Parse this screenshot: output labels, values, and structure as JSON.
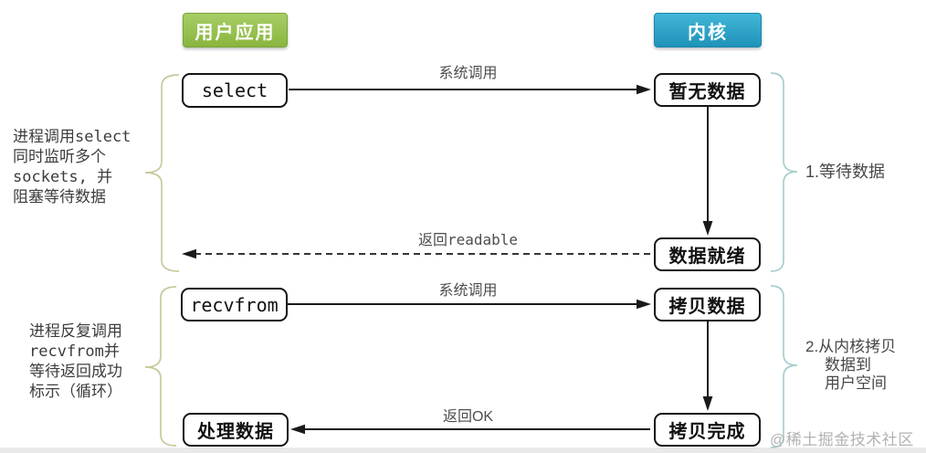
{
  "headers": {
    "user_app": "用户应用",
    "kernel": "内核"
  },
  "nodes": {
    "select": "select",
    "no_data": "暂无数据",
    "data_ready": "数据就绪",
    "recvfrom": "recvfrom",
    "copy_data": "拷贝数据",
    "copy_done": "拷贝完成",
    "process_data": "处理数据"
  },
  "edge_labels": {
    "syscall_top": "系统调用",
    "return_readable": "返回readable",
    "syscall_bottom": "系统调用",
    "return_ok": "返回OK"
  },
  "annotations": {
    "left_select": {
      "lines": [
        "进程调用select",
        "同时监听多个",
        "sockets, 并",
        "阻塞等待数据"
      ]
    },
    "left_recvfrom": {
      "lines": [
        "进程反复调用",
        "recvfrom并",
        "等待返回成功",
        "标示（循环）"
      ]
    },
    "right_wait": "1.等待数据",
    "right_copy": {
      "lines": [
        "2.从内核拷贝",
        "数据到",
        "用户空间"
      ]
    }
  },
  "watermark": "@稀土掘金技术社区",
  "colors": {
    "user_app_top": "#a6ce66",
    "user_app_bottom": "#8ab53e",
    "kernel_top": "#41b7d8",
    "kernel_bottom": "#1f93b8",
    "brace_left": "#c9c99c",
    "brace_right": "#a9ced0",
    "line": "#1a1a1a",
    "label": "#4d4d4d"
  }
}
